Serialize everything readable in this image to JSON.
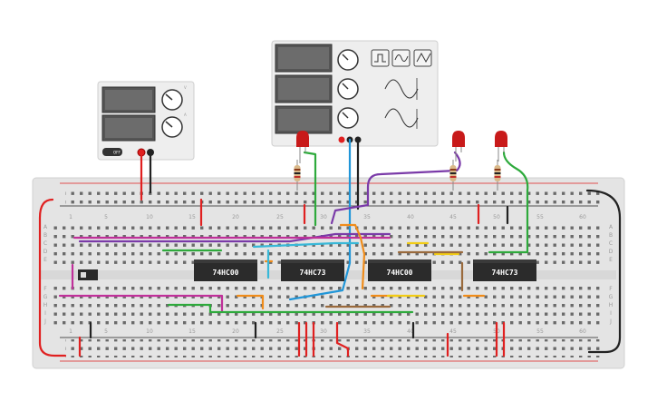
{
  "canvas": {
    "background": "#ffffff"
  },
  "breadboard": {
    "column_numbers_top": [
      "1",
      "5",
      "10",
      "15",
      "20",
      "25",
      "30",
      "35",
      "40",
      "45",
      "50",
      "55",
      "60"
    ],
    "column_numbers_bottom": [
      "1",
      "5",
      "10",
      "15",
      "20",
      "25",
      "30",
      "35",
      "40",
      "45",
      "50",
      "55",
      "60"
    ],
    "row_letters_top": [
      "A",
      "B",
      "C",
      "D",
      "E"
    ],
    "row_letters_bottom": [
      "F",
      "G",
      "H",
      "I",
      "J"
    ],
    "colors": {
      "board": "#e4e4e4",
      "rail_red": "#e02020",
      "rail_black": "#222222"
    }
  },
  "chips": [
    {
      "label": "74HC00"
    },
    {
      "label": "74HC73"
    },
    {
      "label": "74HC00"
    },
    {
      "label": "74HC73"
    }
  ],
  "power_supply": {
    "off_label": "OFF",
    "knob_labels": [
      "V",
      "A"
    ]
  },
  "function_generator": {
    "waveforms": [
      "square-wave-icon",
      "triangle-wave-icon",
      "sine-wave-icon"
    ]
  },
  "wire_colors": {
    "red": "#e02020",
    "black": "#222222",
    "green": "#2eaa3c",
    "blue": "#2196d8",
    "purple": "#7a3aa8",
    "magenta": "#c0309a",
    "orange": "#f08c1a",
    "yellow": "#f2cc14",
    "brown": "#9a6a3c",
    "cyan": "#38b8d8"
  }
}
